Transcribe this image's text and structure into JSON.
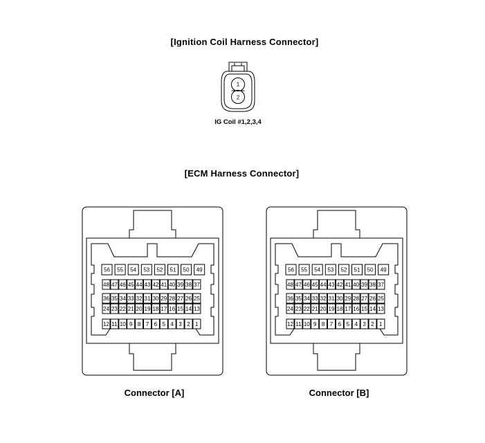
{
  "ignition": {
    "title": "[Ignition Coil  Harness  Connector]",
    "label": "IG Coil #1,2,3,4",
    "pins": [
      "1",
      "2"
    ]
  },
  "ecm": {
    "title": "[ECM Harness  Connector]",
    "rows": [
      [
        "56",
        "55",
        "54",
        "53",
        "52",
        "51",
        "50",
        "49"
      ],
      [
        "48",
        "47",
        "46",
        "45",
        "44",
        "43",
        "42",
        "41",
        "40",
        "39",
        "38",
        "37"
      ],
      [
        "36",
        "35",
        "34",
        "33",
        "32",
        "31",
        "30",
        "29",
        "28",
        "27",
        "26",
        "25"
      ],
      [
        "24",
        "23",
        "22",
        "21",
        "20",
        "19",
        "18",
        "17",
        "16",
        "15",
        "14",
        "13"
      ],
      [
        "12",
        "11",
        "10",
        "9",
        "8",
        "7",
        "6",
        "5",
        "4",
        "3",
        "2",
        "1"
      ]
    ],
    "connectors": [
      {
        "id": "a",
        "label": "Connector [A]"
      },
      {
        "id": "b",
        "label": "Connector [B]"
      }
    ]
  }
}
